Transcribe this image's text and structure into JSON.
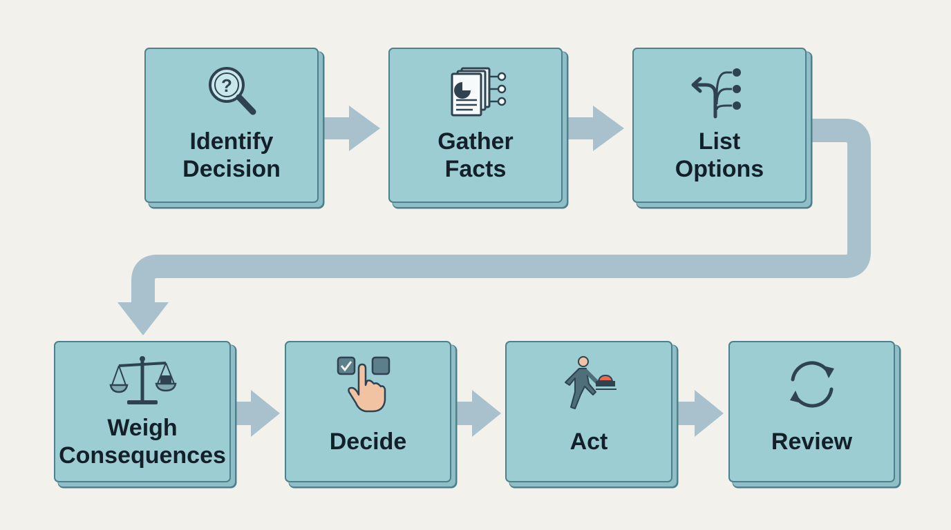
{
  "diagram": {
    "type": "flowchart",
    "colors": {
      "background": "#f2f1ec",
      "box_fill": "#9ccdd2",
      "box_border": "#4d7f8d",
      "arrow": "#a8c1cd",
      "icon_stroke": "#2e4250",
      "text": "#13202a"
    },
    "steps": [
      {
        "id": "identify",
        "label_lines": [
          "Identify",
          "Decision"
        ],
        "icon": "magnifier-question-icon"
      },
      {
        "id": "gather",
        "label_lines": [
          "Gather",
          "Facts"
        ],
        "icon": "documents-icon"
      },
      {
        "id": "list",
        "label_lines": [
          "List",
          "Options"
        ],
        "icon": "branching-options-icon"
      },
      {
        "id": "weigh",
        "label_lines": [
          "Weigh",
          "Consequences"
        ],
        "icon": "balance-scale-icon"
      },
      {
        "id": "decide",
        "label_lines": [
          "Decide"
        ],
        "icon": "hand-checkbox-icon"
      },
      {
        "id": "act",
        "label_lines": [
          "Act"
        ],
        "icon": "person-pressing-button-icon"
      },
      {
        "id": "review",
        "label_lines": [
          "Review"
        ],
        "icon": "cycle-arrows-icon"
      }
    ],
    "connections": [
      [
        "identify",
        "gather"
      ],
      [
        "gather",
        "list"
      ],
      [
        "list",
        "weigh"
      ],
      [
        "weigh",
        "decide"
      ],
      [
        "decide",
        "act"
      ],
      [
        "act",
        "review"
      ]
    ]
  }
}
